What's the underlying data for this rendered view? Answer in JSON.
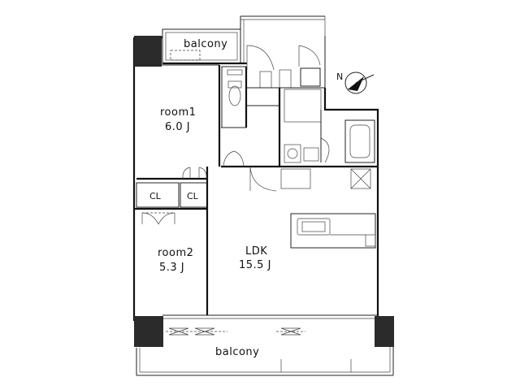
{
  "labels": {
    "balcony_top": "balcony",
    "balcony_bottom": "balcony",
    "room1_name": "room1",
    "room1_size": "6.0 J",
    "room2_name": "room2",
    "room2_size": "5.3 J",
    "ldk_name": "LDK",
    "ldk_size": "15.5 J",
    "closet_1": "CL",
    "closet_2": "CL"
  },
  "compass": {
    "icon": "north-arrow-icon",
    "mark": "N"
  }
}
